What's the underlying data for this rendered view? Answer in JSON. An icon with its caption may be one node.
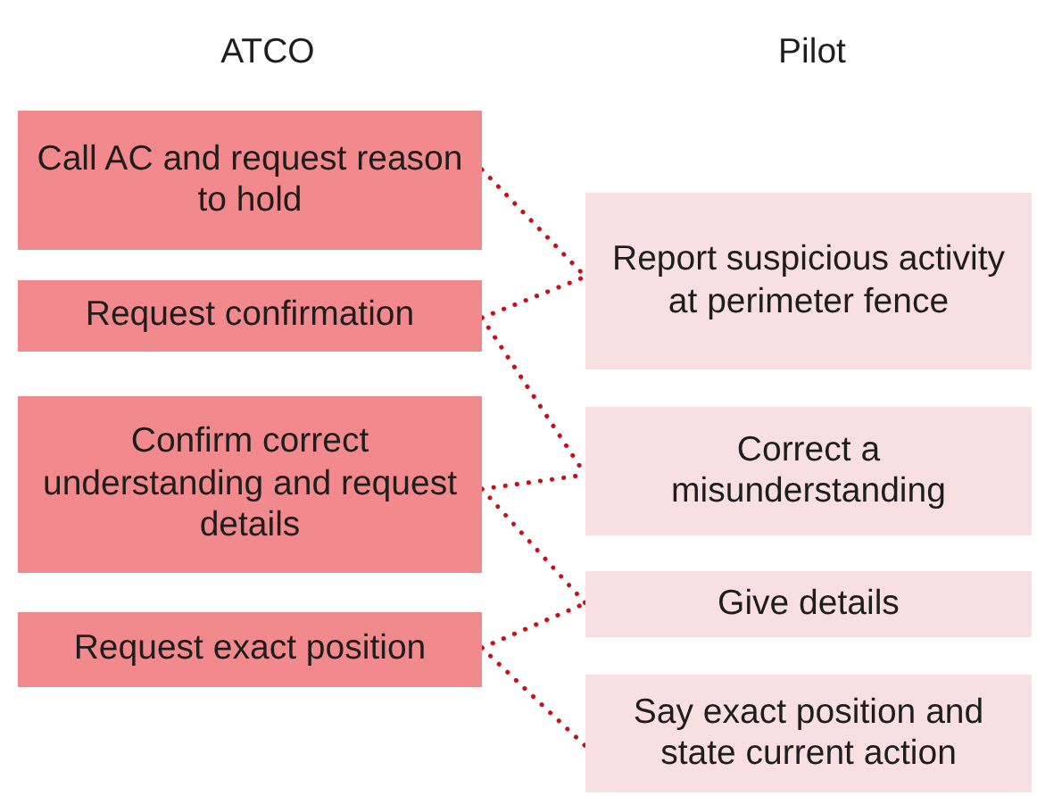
{
  "diagram": {
    "nodes": [
      {
        "text": [
          "Call AC and request reason to hold"
        ]
      },
      {
        "text": [
          "Request confirmation"
        ]
      },
      {
        "text": [
          "Confirm correct understanding and request details"
        ]
      },
      {
        "text": [
          "Request exact position"
        ]
      },
      {
        "text": [
          "Report suspicious activity at perimeter fence"
        ]
      },
      {
        "text": [
          "Correct a misunderstanding"
        ]
      },
      {
        "text": [
          "Give details"
        ]
      },
      {
        "text": [
          "Say exact position and state current action"
        ]
      }
    ],
    "edges": [
      {
        "from": 0,
        "to": 4,
        "arrow": "none"
      },
      {
        "from": 1,
        "to": 4,
        "arrow": "none"
      },
      {
        "from": 1,
        "to": 5,
        "arrow": "none"
      },
      {
        "from": 2,
        "to": 5,
        "arrow": "none"
      },
      {
        "from": 2,
        "to": 6,
        "arrow": "none"
      },
      {
        "from": 3,
        "to": 6,
        "arrow": "none"
      },
      {
        "from": 3,
        "to": 7,
        "arrow": "none"
      }
    ],
    "labels": [
      "ATCO",
      "Pilot"
    ]
  }
}
